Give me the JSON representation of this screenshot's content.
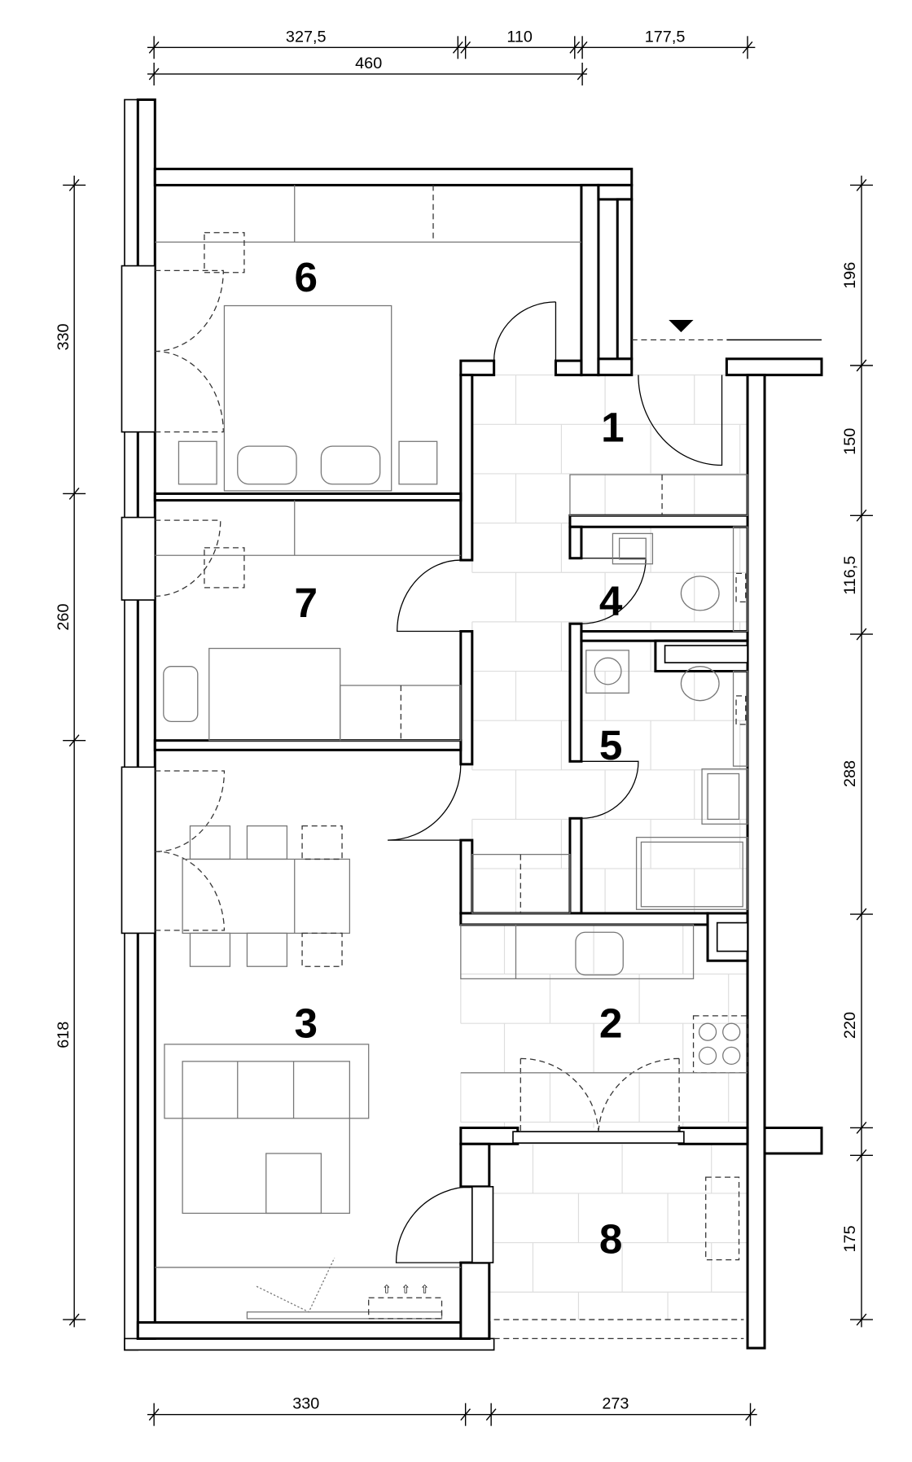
{
  "rooms": [
    {
      "label": "1"
    },
    {
      "label": "2"
    },
    {
      "label": "3"
    },
    {
      "label": "4"
    },
    {
      "label": "5"
    },
    {
      "label": "6"
    },
    {
      "label": "7"
    },
    {
      "label": "8"
    }
  ],
  "dimensions": {
    "top_row1": [
      "327,5",
      "110",
      "177,5"
    ],
    "top_row2": [
      "460"
    ],
    "left": [
      "330",
      "260",
      "618"
    ],
    "right": [
      "196",
      "150",
      "116,5",
      "288",
      "220",
      "175"
    ],
    "bottom": [
      "330",
      "273"
    ]
  }
}
